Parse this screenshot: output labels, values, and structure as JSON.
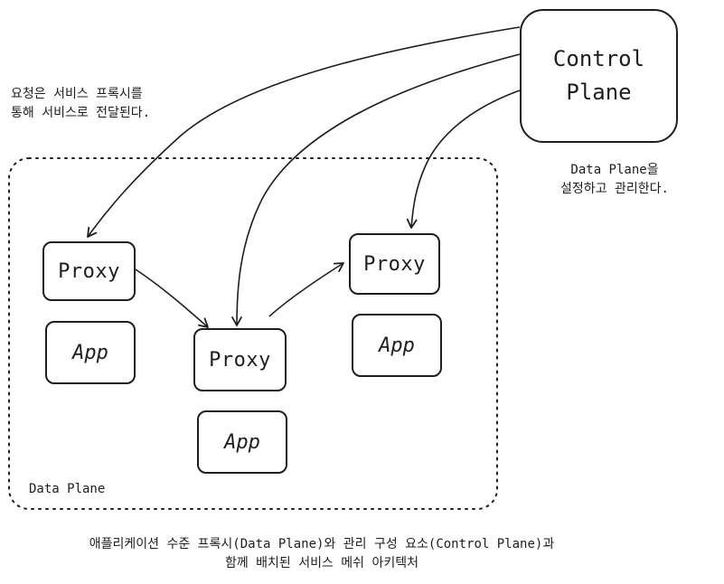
{
  "diagram": {
    "control_plane": {
      "line1": "Control",
      "line2": "Plane"
    },
    "proxies": [
      "Proxy",
      "Proxy",
      "Proxy"
    ],
    "apps": [
      "App",
      "App",
      "App"
    ],
    "data_plane_label": "Data Plane",
    "note_left": {
      "line1": "요청은 서비스 프록시를",
      "line2": "통해 서비스로 전달된다."
    },
    "note_right": {
      "line1": "Data Plane을",
      "line2": "설정하고 관리한다."
    },
    "caption": {
      "line1": "애플리케이션 수준 프록시(Data Plane)와 관리 구성 요소(Control Plane)과",
      "line2": "함께 배치된 서비스 메쉬 아키텍처"
    }
  }
}
